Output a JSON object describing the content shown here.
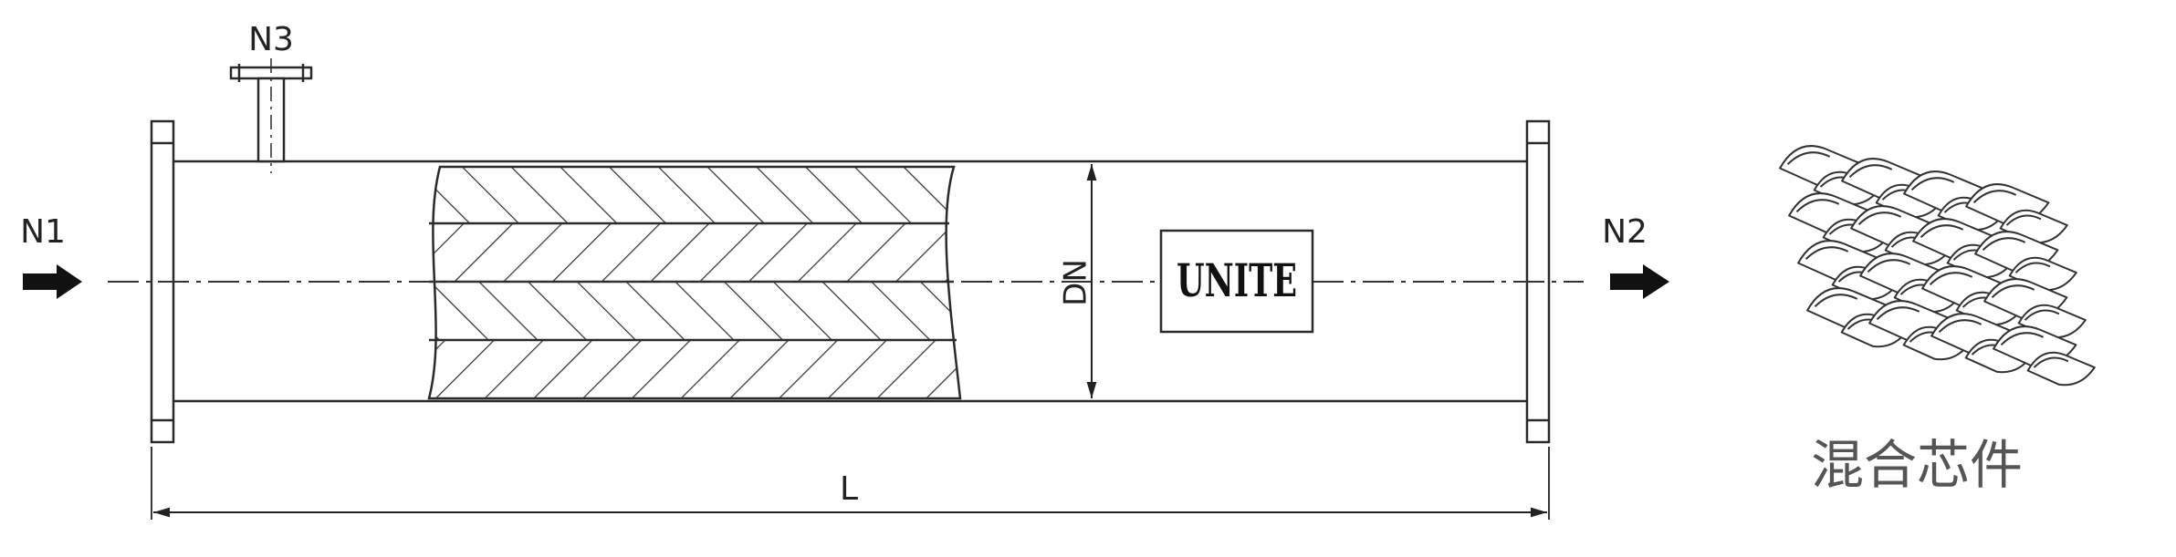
{
  "labels": {
    "inlet": "N1",
    "outlet": "N2",
    "top_nozzle": "N3",
    "diameter": "DN",
    "length": "L",
    "brand": "UNITE",
    "element_caption": "混合芯件"
  },
  "colors": {
    "line": "#2a2a2a",
    "arrow": "#111111",
    "caption": "#555555"
  },
  "icons": {
    "inlet_arrow": "arrow-right-icon",
    "outlet_arrow": "arrow-right-icon"
  }
}
